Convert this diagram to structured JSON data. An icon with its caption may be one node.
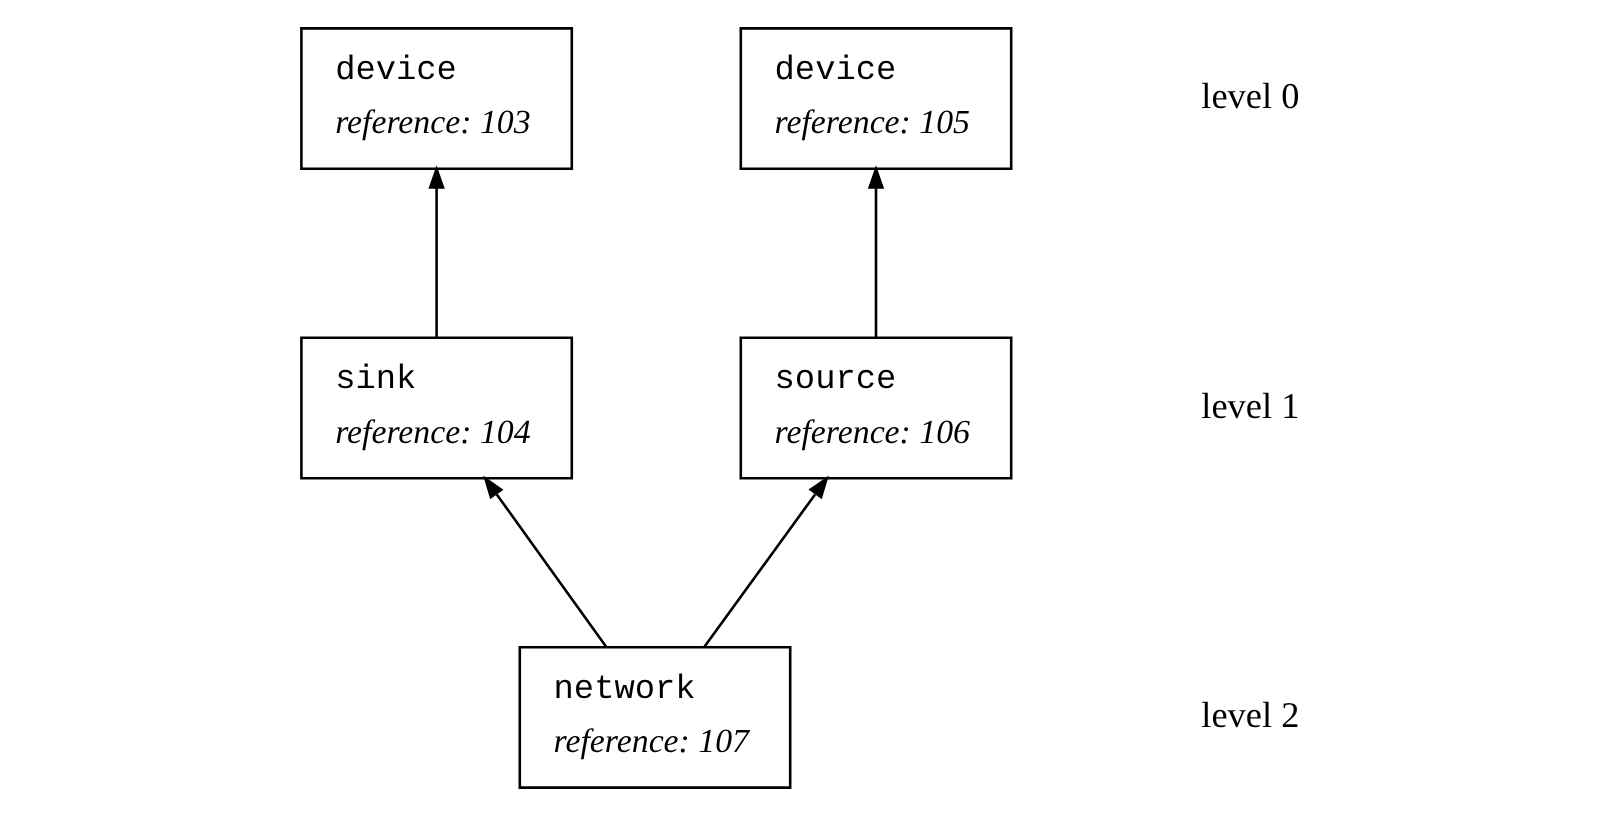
{
  "diagram": {
    "nodes": [
      {
        "text": [
          "device",
          "reference: 103"
        ]
      },
      {
        "text": [
          "device",
          "reference: 105"
        ]
      },
      {
        "text": [
          "sink",
          "reference: 104"
        ]
      },
      {
        "text": [
          "source",
          "reference: 106"
        ]
      },
      {
        "text": [
          "network",
          "reference: 107"
        ]
      }
    ],
    "edges": [
      {
        "from": 2,
        "to": 0,
        "arrow": "to"
      },
      {
        "from": 3,
        "to": 1,
        "arrow": "to"
      },
      {
        "from": 4,
        "to": 2,
        "arrow": "to"
      },
      {
        "from": 4,
        "to": 3,
        "arrow": "to"
      }
    ],
    "labels": [
      "level 0",
      "level 1",
      "level 2"
    ]
  }
}
